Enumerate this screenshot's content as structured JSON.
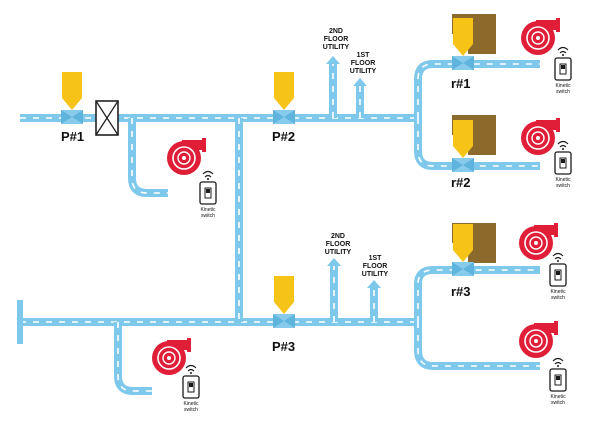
{
  "colors": {
    "pipe": "#7ec8ec",
    "dash": "#ffffff",
    "valve_handle": "#f6c417",
    "valve_body": "#87cbec",
    "heater": "#8c6a2c",
    "blower": "#e01e37",
    "switch_stroke": "#1a1a1a",
    "text": "#111111"
  },
  "labels": {
    "p1": "P#1",
    "p2": "P#2",
    "p3": "P#3",
    "r1": "r#1",
    "r2": "r#2",
    "r3": "r#3"
  },
  "utilities": {
    "top_2nd": [
      "2ND",
      "FLOOR",
      "UTILITY"
    ],
    "top_1st": [
      "1ST",
      "FLOOR",
      "UTILITY"
    ],
    "bot_2nd": [
      "2ND",
      "FLOOR",
      "UTILITY"
    ],
    "bot_1st": [
      "1ST",
      "FLOOR",
      "UTILITY"
    ]
  },
  "switch_labels": {
    "sw_p1": [
      "Kinetic",
      "switch"
    ],
    "sw_r1": [
      "Kinetic",
      "switch"
    ],
    "sw_r2": [
      "Kinetic",
      "switch"
    ],
    "sw_r3": [
      "Kinetic",
      "switch"
    ],
    "sw_r4": [
      "Kinetic",
      "switch"
    ],
    "sw_p3": [
      "Kinetic",
      "switch"
    ]
  },
  "icons": [
    "valve-icon",
    "blower-icon",
    "wireless-switch-icon",
    "heater-icon",
    "damper-icon",
    "arrow-up-icon"
  ]
}
